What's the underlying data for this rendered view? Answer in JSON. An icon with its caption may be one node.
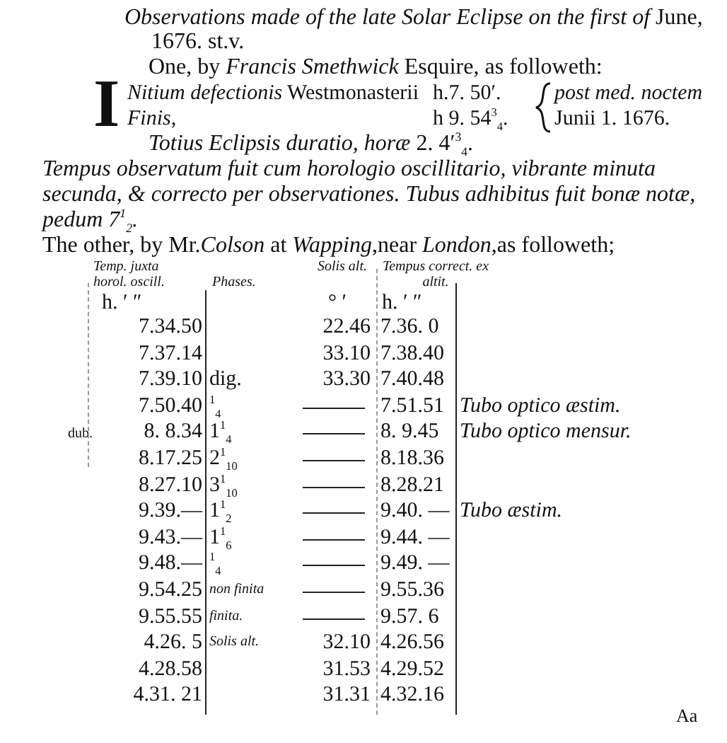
{
  "diagram": {
    "title": "*Observations made of the late Solar Eclipse on the first of* June, 1676. st.v.",
    "labels": [
      "One, by *Francis Smethwick* Esquire, as followeth:",
      "I",
      "*Nitium defectionis* Westmonasterii",
      "h.7. 50′.",
      "post med. noctem",
      "Finis,",
      "h 9. 54$^{3}$$_{4}$.",
      "Junii 1. 1676.",
      "*Totius Eclipsis duratio, horæ* 2. 4′$^{3}$$_{4}$.",
      "Tempus observatum fuit cum horologio oscillitario, vibrante minuta secunda, & correcto per observationes. Tubus adhibitus fuit bonæ notæ, pedum 7$^{1}$$_{2}$.",
      "The other, by Mr.*Colson* at *Wapping*,near *London*,as followeth;",
      "Temp. juxta horol. oscill.",
      "Phases.",
      "Solis alt.",
      "Tempus correct. ex altit.",
      "h. ′ ″",
      "° ′",
      "h. ′ ″",
      "7.34.50",
      "22.46",
      "7.36. 0",
      "7.37.14",
      "33.10",
      "7.38.40",
      "7.39.10",
      "dig.",
      "33.30",
      "7.40.48",
      "7.50.40",
      "$^{1}$$_{4}$",
      "7.51.51",
      "Tubo optico æstim.",
      "dub.",
      "8. 8.34",
      "1$^{1}$$_{4}$",
      "8. 9.45",
      "Tubo optico mensur.",
      "8.17.25",
      "2$^{1}$$_{10}$",
      "8.18.36",
      "8.27.10",
      "3$^{1}$$_{10}$",
      "8.28.21",
      "9.39.—",
      "1$^{1}$$_{2}$",
      "9.40. —",
      "Tubo æstim.",
      "9.43.—",
      "1$^{1}$$_{6}$",
      "9.44. —",
      "9.48.—",
      "$^{1}$$_{4}$",
      "9.49. —",
      "9.54.25",
      "non finita",
      "9.55.36",
      "9.55.55",
      "finita.",
      "9.57. 6",
      "4.26. 5",
      "Solis alt.",
      "32.10",
      "4.26.56",
      "4.28.58",
      "31.53",
      "4.29.52",
      "4.31. 21",
      "31.31",
      "4.32.16",
      "Aa"
    ]
  }
}
